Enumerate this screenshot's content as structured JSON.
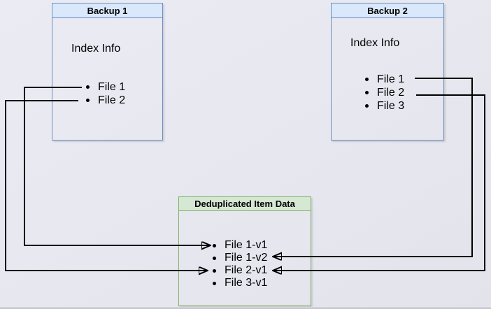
{
  "diagram": {
    "boxes": {
      "backup1": {
        "title": "Backup 1",
        "subtitle": "Index Info",
        "items": [
          "File 1",
          "File 2"
        ]
      },
      "backup2": {
        "title": "Backup 2",
        "subtitle": "Index Info",
        "items": [
          "File 1",
          "File 2",
          "File 3"
        ]
      },
      "dedup": {
        "title": "Deduplicated Item Data",
        "items": [
          "File 1-v1",
          "File 1-v2",
          "File 2-v1",
          "File 3-v1"
        ]
      }
    },
    "connections": [
      {
        "from": "Backup 1 / File 1",
        "to": "File 1-v1"
      },
      {
        "from": "Backup 1 / File 2",
        "to": "File 2-v1"
      },
      {
        "from": "Backup 2 / File 1",
        "to": "File 1-v2"
      },
      {
        "from": "Backup 2 / File 2",
        "to": "File 2-v1"
      }
    ],
    "colors": {
      "background": "#e7e7ef",
      "blue_box_fill": "#dae8fc",
      "blue_box_border": "#6c8ebf",
      "green_box_fill": "#d5e8d4",
      "green_box_border": "#82b366",
      "connector_line": "#000000",
      "text": "#000000",
      "window_edge": "#c2c2c9"
    }
  }
}
